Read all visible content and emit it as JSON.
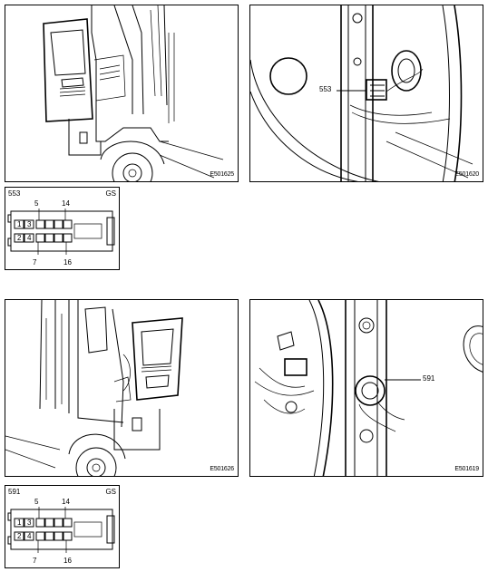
{
  "top_section": {
    "left_image": {
      "code": "E501625"
    },
    "right_image": {
      "code": "E501620",
      "callout": "553"
    },
    "connector": {
      "id": "553",
      "tag": "GS",
      "pins": {
        "top_left": "5",
        "top_right": "14",
        "bottom_left": "7",
        "bottom_right": "16"
      },
      "cells": {
        "c1": "1",
        "c2": "2",
        "c3": "3",
        "c4": "4"
      }
    }
  },
  "bottom_section": {
    "left_image": {
      "code": "E501626"
    },
    "right_image": {
      "code": "E501619",
      "callout": "591"
    },
    "connector": {
      "id": "591",
      "tag": "GS",
      "pins": {
        "top_left": "5",
        "top_right": "14",
        "bottom_left": "7",
        "bottom_right": "16"
      },
      "cells": {
        "c1": "1",
        "c2": "2",
        "c3": "3",
        "c4": "4"
      }
    }
  }
}
